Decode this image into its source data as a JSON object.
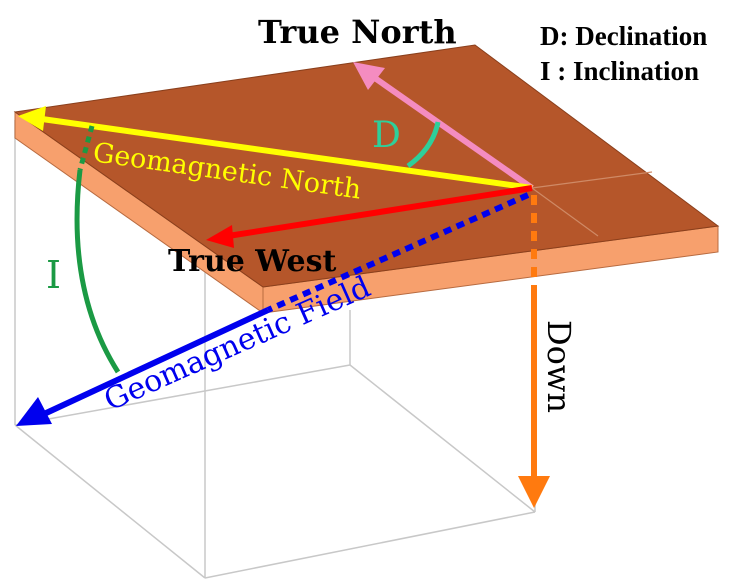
{
  "title_labels": {
    "true_north": "True North",
    "true_west": "True West",
    "down": "Down",
    "geomagnetic_north": "Geomagnetic North",
    "geomagnetic_field": "Geomagnetic Field",
    "declination_symbol": "D",
    "inclination_symbol": "I"
  },
  "legend": {
    "declination": "D: Declination",
    "inclination": "I : Inclination"
  },
  "colors": {
    "plate_top": "#b5562a",
    "plate_side": "#f7a06d",
    "box_edges": "#c8c8c8",
    "true_north": "#f48cc0",
    "true_west": "#ff0000",
    "down": "#ff7a0f",
    "geomagnetic_north": "#ffff00",
    "geomagnetic_field": "#0000ee",
    "declination_arc": "#2ecf9a",
    "inclination_arc": "#1b9a44"
  }
}
